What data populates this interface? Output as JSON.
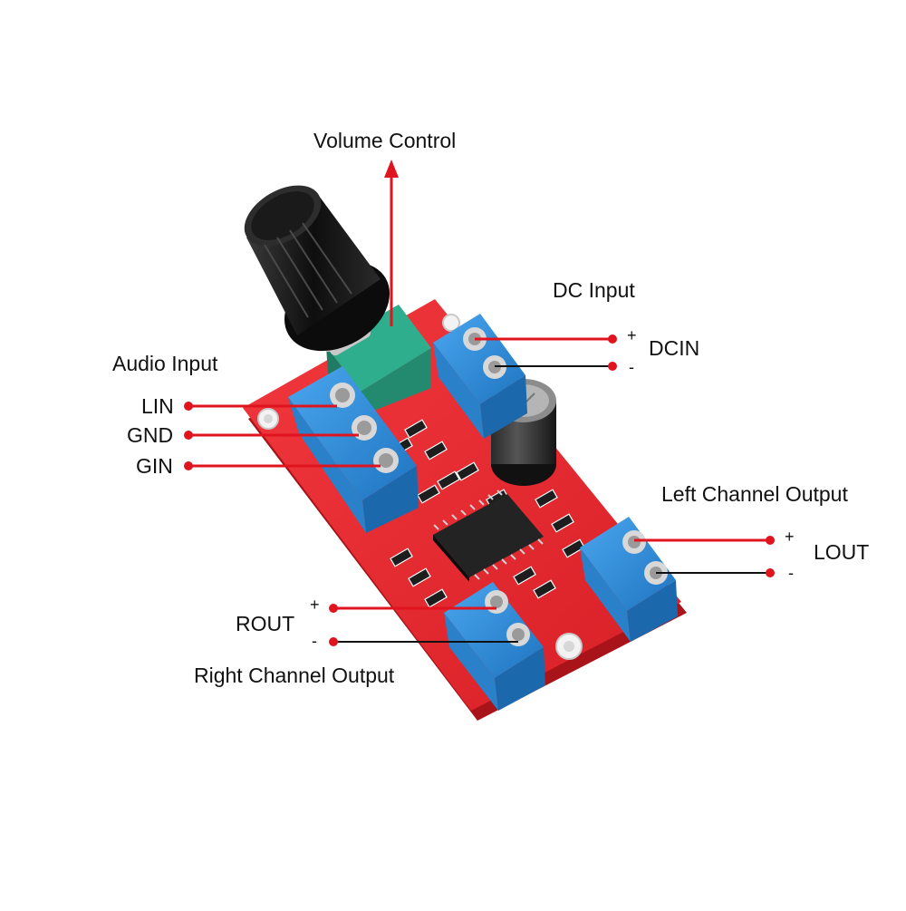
{
  "labels": {
    "volume_control": "Volume Control",
    "dc_input": "DC Input",
    "dcin": "DCIN",
    "audio_input": "Audio Input",
    "lin": "LIN",
    "gnd": "GND",
    "gin": "GIN",
    "left_channel_output": "Left Channel Output",
    "lout": "LOUT",
    "rout": "ROUT",
    "right_channel_output": "Right Channel Output",
    "plus": "+",
    "minus": "-"
  },
  "colors": {
    "background": "#ffffff",
    "pcb_red": "#e8262d",
    "terminal_blue": "#2f8fd8",
    "pot_green": "#2fae8e",
    "knob_black": "#1b1b1b",
    "leader_red": "#e0141e",
    "leader_black": "#111111"
  },
  "icons": [
    "arrow-up-icon",
    "dot-marker-icon"
  ]
}
